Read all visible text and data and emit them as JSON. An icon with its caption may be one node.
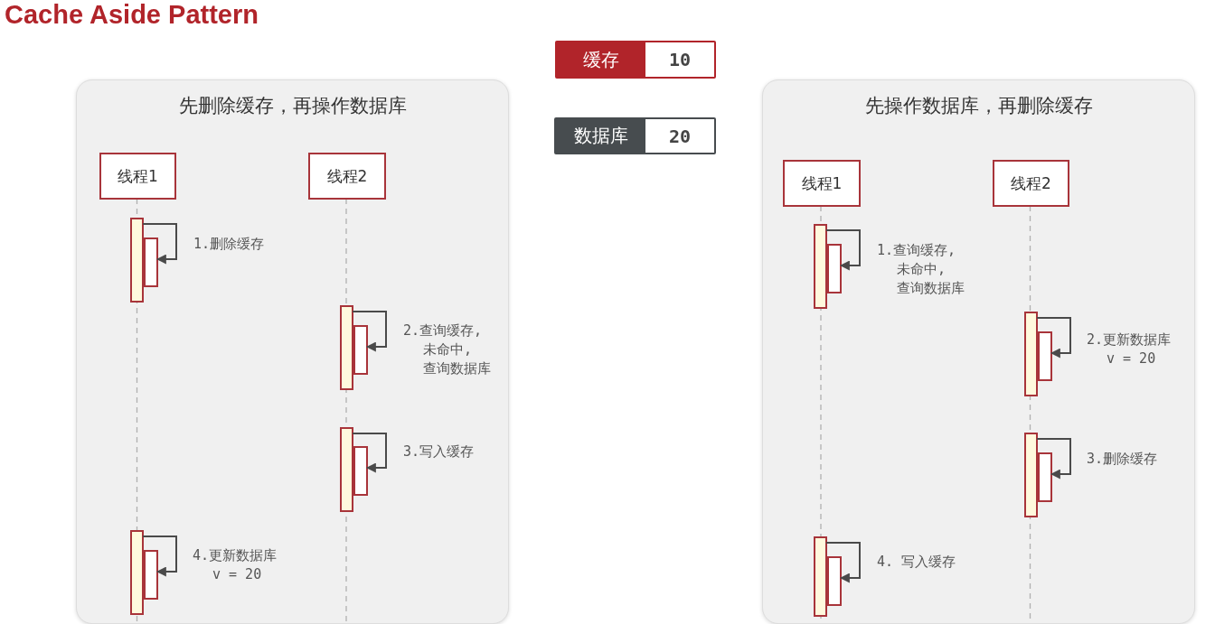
{
  "diagram": {
    "title": "Cache Aside Pattern",
    "nodes": [
      {
        "text": [
          "缓存",
          "10"
        ]
      },
      {
        "text": [
          "数据库",
          "20"
        ]
      },
      {
        "text": [
          "先删除缓存，再操作数据库"
        ]
      },
      {
        "text": [
          "线程1"
        ],
        "in": 2
      },
      {
        "text": [
          "线程2"
        ],
        "in": 2
      },
      {
        "text": [],
        "shape": "bar",
        "in": 2
      },
      {
        "text": [],
        "shape": "bar",
        "in": 2
      },
      {
        "text": [],
        "shape": "bar",
        "in": 2
      },
      {
        "text": [],
        "shape": "bar",
        "in": 2
      },
      {
        "text": [],
        "shape": "bar",
        "in": 2
      },
      {
        "text": [],
        "shape": "bar",
        "in": 2
      },
      {
        "text": [],
        "shape": "bar",
        "in": 2
      },
      {
        "text": [],
        "shape": "bar",
        "in": 2
      },
      {
        "text": [
          "先操作数据库，再删除缓存"
        ]
      },
      {
        "text": [
          "线程1"
        ],
        "in": 13
      },
      {
        "text": [
          "线程2"
        ],
        "in": 13
      },
      {
        "text": [],
        "shape": "bar",
        "in": 13
      },
      {
        "text": [],
        "shape": "bar",
        "in": 13
      },
      {
        "text": [],
        "shape": "bar",
        "in": 13
      },
      {
        "text": [],
        "shape": "bar",
        "in": 13
      },
      {
        "text": [],
        "shape": "bar",
        "in": 13
      },
      {
        "text": [],
        "shape": "bar",
        "in": 13
      },
      {
        "text": [],
        "shape": "bar",
        "in": 13
      },
      {
        "text": [],
        "shape": "bar",
        "in": 13
      }
    ],
    "edges": [
      {
        "from": 5,
        "to": 6,
        "arrow": "to",
        "label": "1.删除缓存"
      },
      {
        "from": 7,
        "to": 8,
        "arrow": "to",
        "label": "2.查询缓存,未命中,查询数据库"
      },
      {
        "from": 9,
        "to": 10,
        "arrow": "to",
        "label": "3.写入缓存"
      },
      {
        "from": 11,
        "to": 12,
        "arrow": "to",
        "label": "4.更新数据库 v = 20"
      },
      {
        "from": 16,
        "to": 17,
        "arrow": "to",
        "label": "1.查询缓存,未命中,查询数据库"
      },
      {
        "from": 18,
        "to": 19,
        "arrow": "to",
        "label": "2.更新数据库 v = 20"
      },
      {
        "from": 20,
        "to": 21,
        "arrow": "to",
        "label": "3.删除缓存"
      },
      {
        "from": 22,
        "to": 23,
        "arrow": "to",
        "label": "4. 写入缓存"
      }
    ]
  }
}
